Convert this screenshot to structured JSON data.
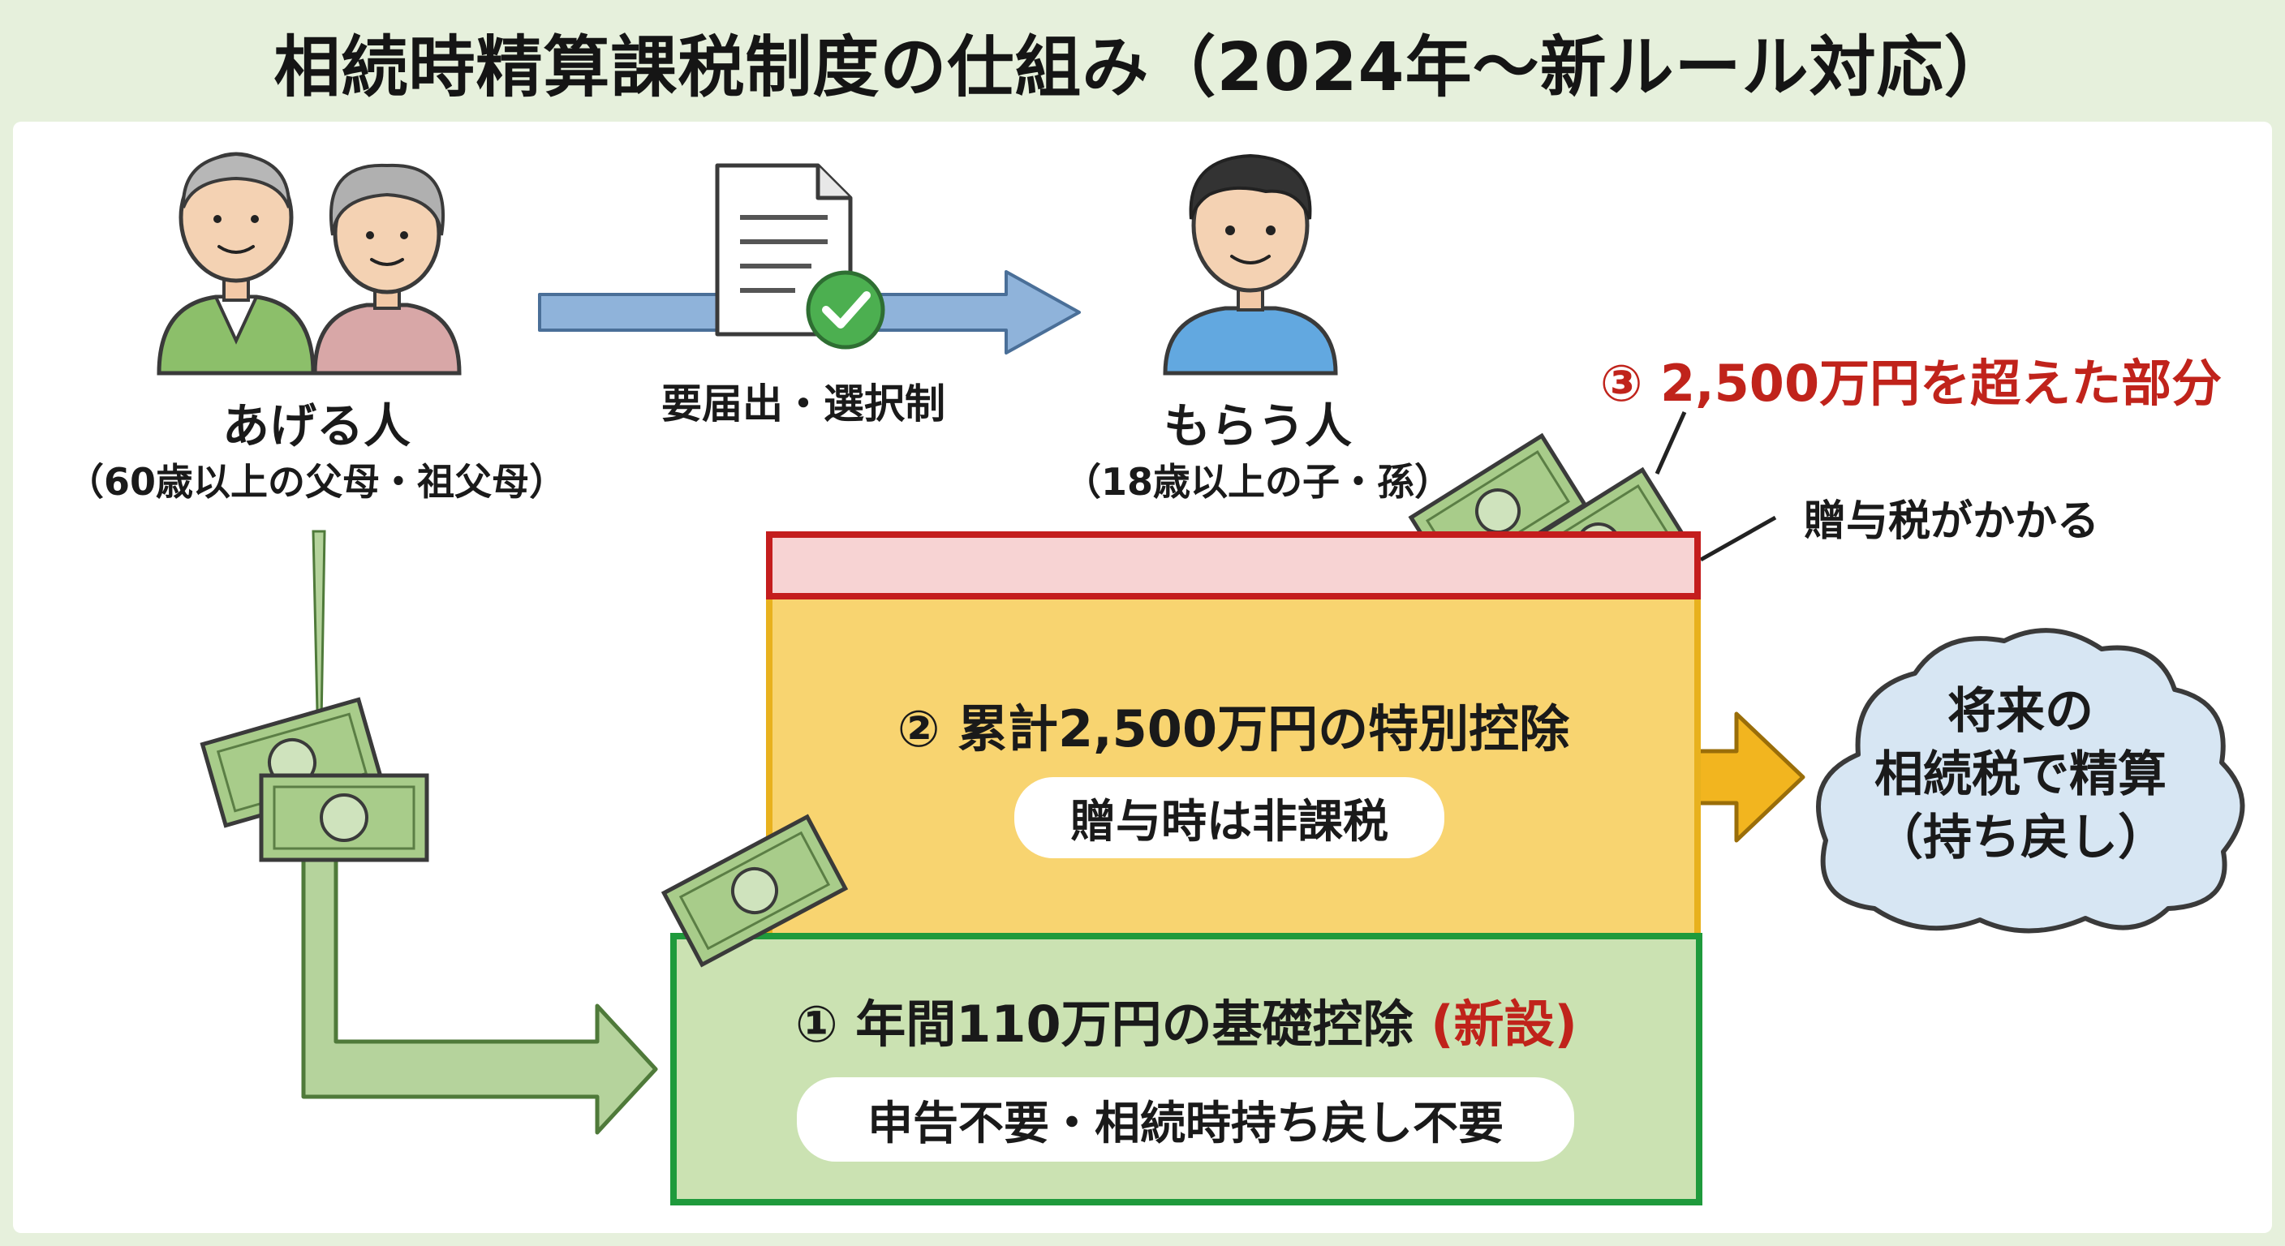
{
  "title": "相続時精算課税制度の仕組み（2024年〜新ルール対応）",
  "giver": {
    "name": "あげる人",
    "detail": "（60歳以上の父母・祖父母）"
  },
  "flow_label": "要届出・選択制",
  "receiver": {
    "name": "もらう人",
    "detail": "（18歳以上の子・孫）"
  },
  "excess": {
    "label": "③ 2,500万円を超えた部分",
    "note": "贈与税がかかる"
  },
  "special": {
    "label": "② 累計2,500万円の特別控除",
    "pill": "贈与時は非課税"
  },
  "basic": {
    "label_main": "① 年間110万円の基礎控除 ",
    "label_new": "(新設)",
    "pill": "申告不要・相続時持ち戻し不要"
  },
  "settlement": {
    "line1": "将来の",
    "line2": "相続税で精算",
    "line3": "（持ち戻し）"
  },
  "colors": {
    "red": "#c0231b",
    "yellow": "#f8d470",
    "green": "#1f9a3c",
    "arrow_blue": "#8fb3da",
    "arrow_green": "#b5d39c",
    "arrow_orange": "#f2b51f"
  }
}
